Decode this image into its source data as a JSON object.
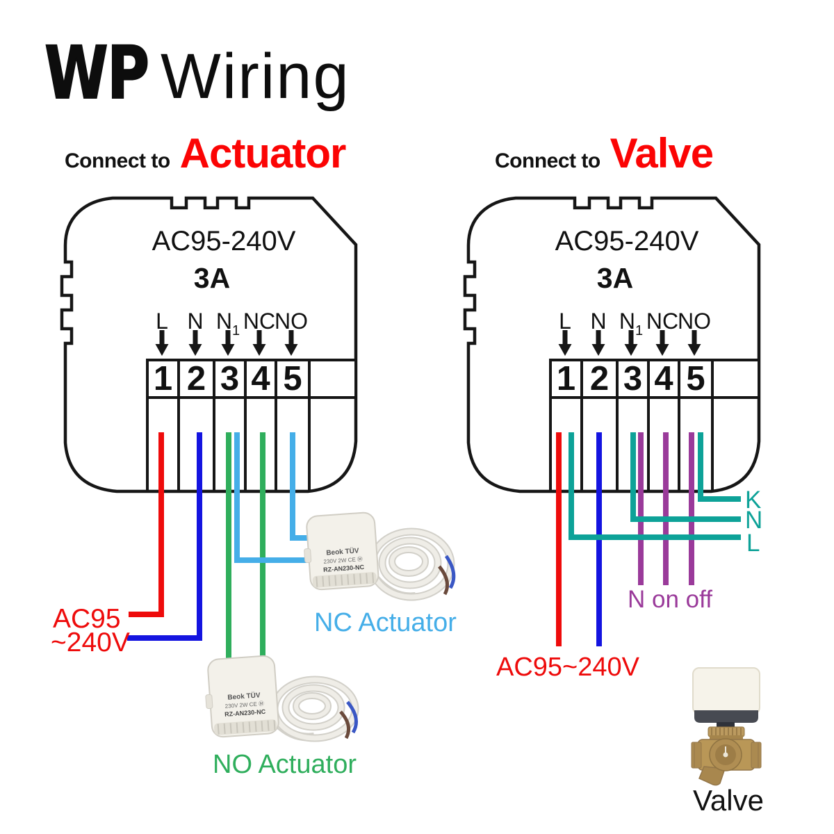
{
  "colors": {
    "outline": "#161616",
    "red": "#ee0b0b",
    "blue": "#1414e0",
    "green": "#2fae5c",
    "light_blue": "#45aee8",
    "teal": "#0da298",
    "purple": "#9a3a9a",
    "heading_accent": "#fb0404",
    "ink": "#111111"
  },
  "title": {
    "brand": "WP",
    "word": "Wiring"
  },
  "left_section": {
    "heading_prefix": "Connect to",
    "heading_target": "Actuator",
    "unit": {
      "voltage": "AC95-240V",
      "current": "3A",
      "terminals": [
        {
          "label": "L",
          "number": "1"
        },
        {
          "label": "N",
          "number": "2"
        },
        {
          "label": "N",
          "label_sub": "1",
          "number": "3"
        },
        {
          "label": "NC",
          "number": "4"
        },
        {
          "label": "NO",
          "number": "5"
        }
      ]
    },
    "power_label_line1": "AC95",
    "power_label_line2": "~240V",
    "nc_actuator_label": "NC Actuator",
    "no_actuator_label": "NO Actuator"
  },
  "right_section": {
    "heading_prefix": "Connect to",
    "heading_target": "Valve",
    "unit": {
      "voltage": "AC95-240V",
      "current": "3A",
      "terminals": [
        {
          "label": "L",
          "number": "1"
        },
        {
          "label": "N",
          "number": "2"
        },
        {
          "label": "N",
          "label_sub": "1",
          "number": "3"
        },
        {
          "label": "NC",
          "number": "4"
        },
        {
          "label": "NO",
          "number": "5"
        }
      ]
    },
    "wire_labels": {
      "k": "K",
      "n": "N",
      "l": "L"
    },
    "n_on_off_label": "N on off",
    "power_label": "AC95~240V",
    "valve_label": "Valve"
  },
  "actuator_print": {
    "line1": "Beok TÜV",
    "line2": "230V 2W CE Ⓜ",
    "line3": "RZ-AN230-NC"
  }
}
